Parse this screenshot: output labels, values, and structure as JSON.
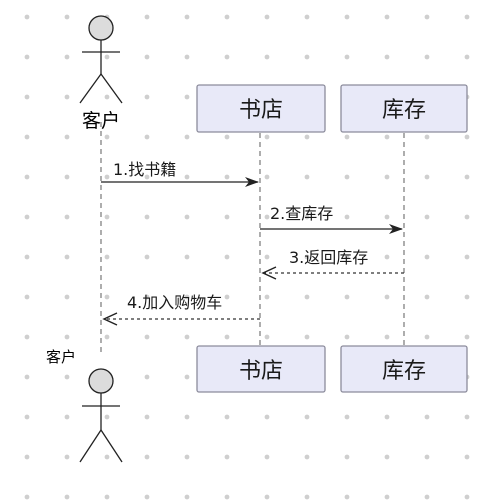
{
  "diagram": {
    "actor": {
      "top_label": "客户",
      "bottom_label": "客户"
    },
    "participants": [
      {
        "id": "shop",
        "label": "书店"
      },
      {
        "id": "stock",
        "label": "库存"
      }
    ],
    "messages": [
      {
        "label": "1.找书籍",
        "style": "solid"
      },
      {
        "label": "2.查库存",
        "style": "solid"
      },
      {
        "label": "3.返回库存",
        "style": "dashed"
      },
      {
        "label": "4.加入购物车",
        "style": "dashed"
      }
    ]
  }
}
